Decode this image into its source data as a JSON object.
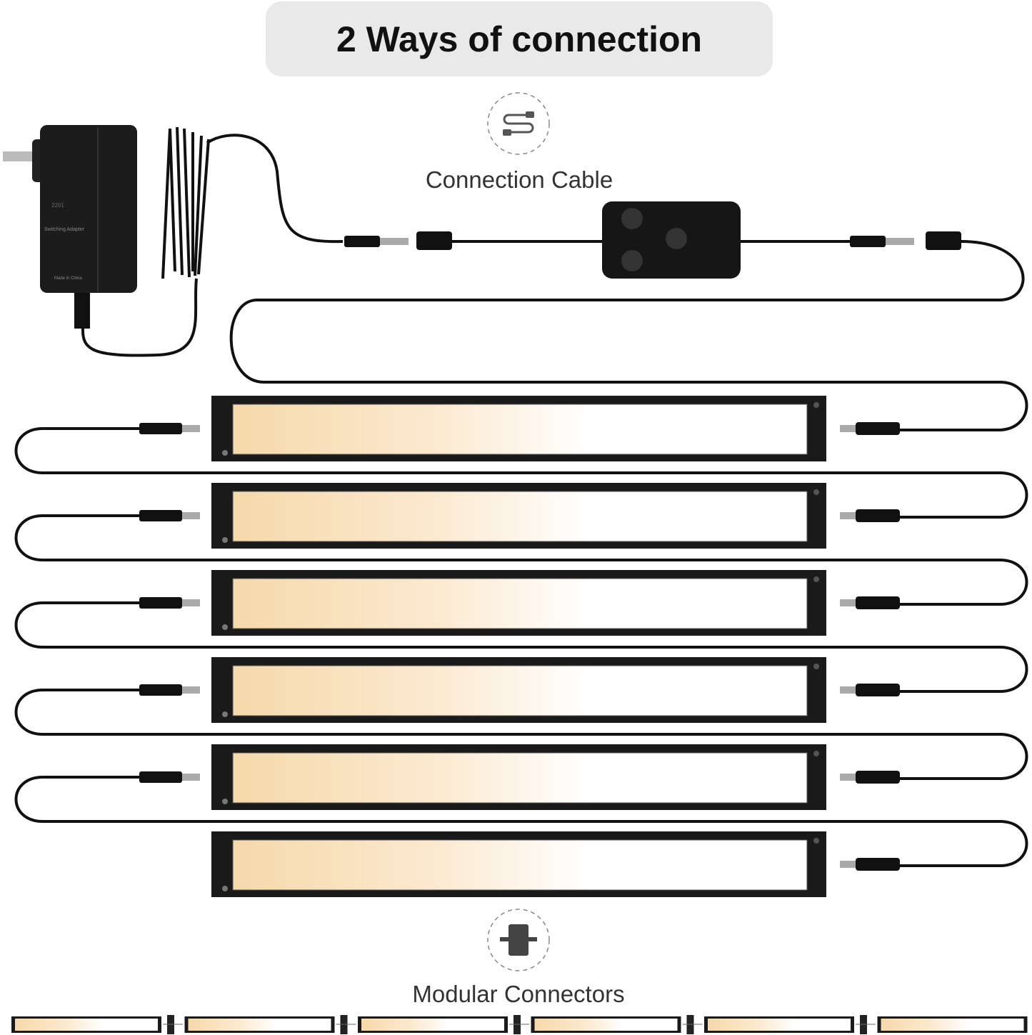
{
  "title": "2 Ways of connection",
  "connection_cable": {
    "label": "Connection Cable",
    "icon": "cable-icon"
  },
  "modular_connectors": {
    "label": "Modular Connectors",
    "icon": "connector-icon"
  },
  "adapter": {
    "code": "2201",
    "label": "Switching Adapter",
    "origin": "Made in China"
  },
  "light_bar_count": 6,
  "modular_strip_count": 6,
  "colors": {
    "bar_frame": "#1a1a1a",
    "warm_light": "#f6d9ab",
    "cable": "#111111",
    "title_bg": "#e9e9e9"
  }
}
